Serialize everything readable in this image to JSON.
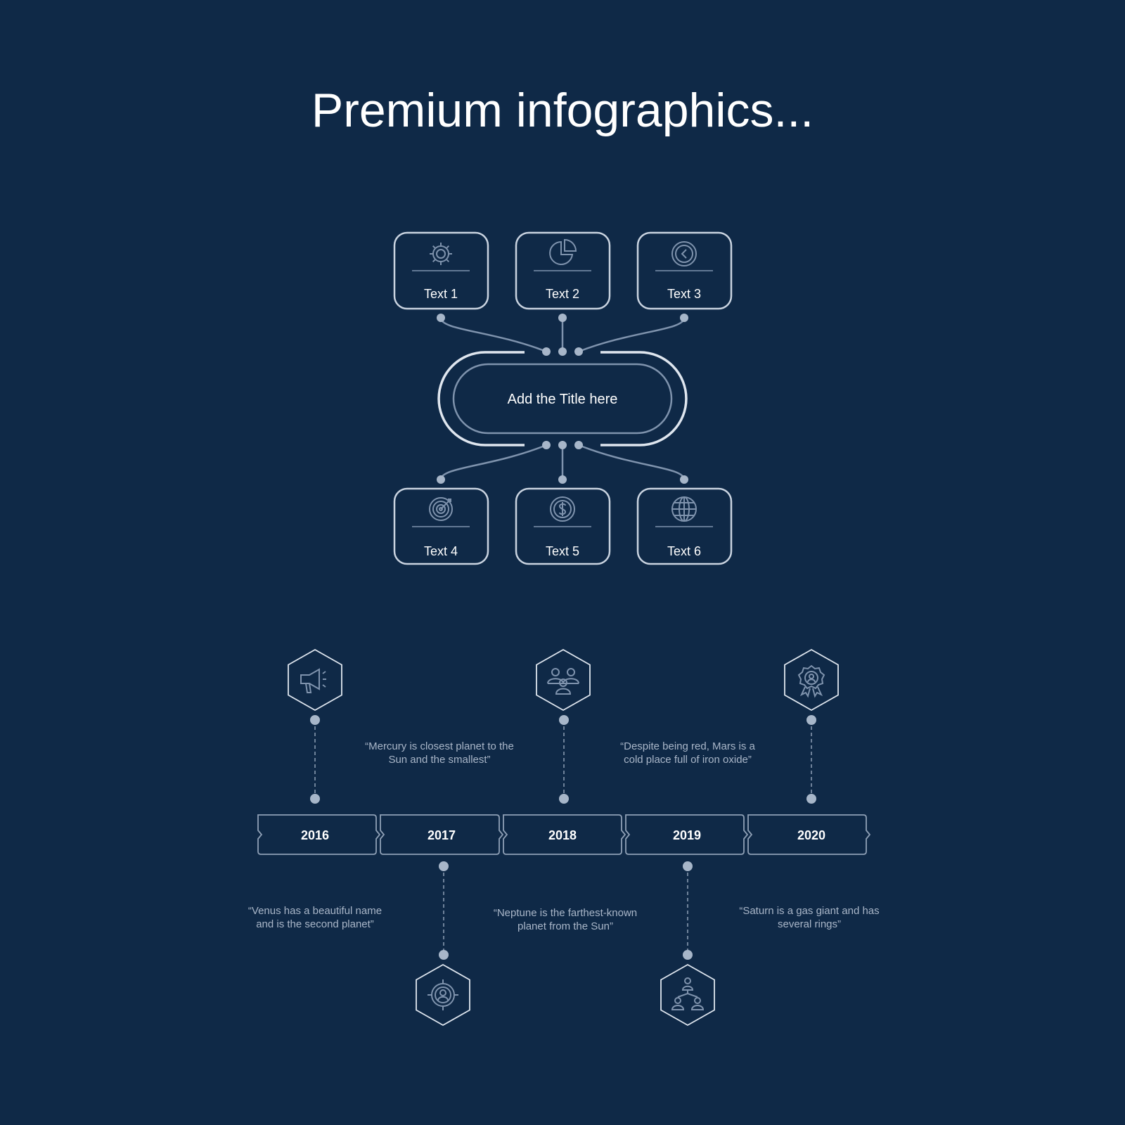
{
  "title": "Premium infographics...",
  "colors": {
    "background": "#0f2947",
    "box_stroke": "#c9d3e0",
    "connector": "#7f93ad",
    "dot": "#a7b6c9",
    "icon": "#7f93ad",
    "text": "#ffffff",
    "quote_text": "#a9b6c8"
  },
  "mindmap": {
    "center_label": "Add the Title here",
    "top_boxes": [
      {
        "label": "Text 1",
        "icon": "gear-icon"
      },
      {
        "label": "Text 2",
        "icon": "pie-chart-icon"
      },
      {
        "label": "Text 3",
        "icon": "clock-icon"
      }
    ],
    "bottom_boxes": [
      {
        "label": "Text 4",
        "icon": "target-icon"
      },
      {
        "label": "Text 5",
        "icon": "dollar-coin-icon"
      },
      {
        "label": "Text 6",
        "icon": "globe-icon"
      }
    ]
  },
  "timeline": {
    "years": [
      "2016",
      "2017",
      "2018",
      "2019",
      "2020"
    ],
    "top_icons": [
      {
        "year": "2016",
        "icon": "megaphone-icon"
      },
      {
        "year": "2018",
        "icon": "team-icon"
      },
      {
        "year": "2020",
        "icon": "award-badge-icon"
      }
    ],
    "bottom_icons": [
      {
        "year": "2017",
        "icon": "target-person-icon"
      },
      {
        "year": "2019",
        "icon": "hierarchy-icon"
      }
    ],
    "quotes": {
      "q2017": [
        "“Mercury is closest planet to the",
        "Sun and the smallest”"
      ],
      "q2019": [
        "“Despite being red, Mars is a",
        "cold place full of iron oxide”"
      ],
      "q2016": [
        "“Venus has a beautiful name",
        "and is the second planet”"
      ],
      "q2018": [
        "“Neptune is the farthest-known",
        "planet from the Sun”"
      ],
      "q2020": [
        "“Saturn is a gas giant and has",
        "several rings”"
      ]
    }
  }
}
